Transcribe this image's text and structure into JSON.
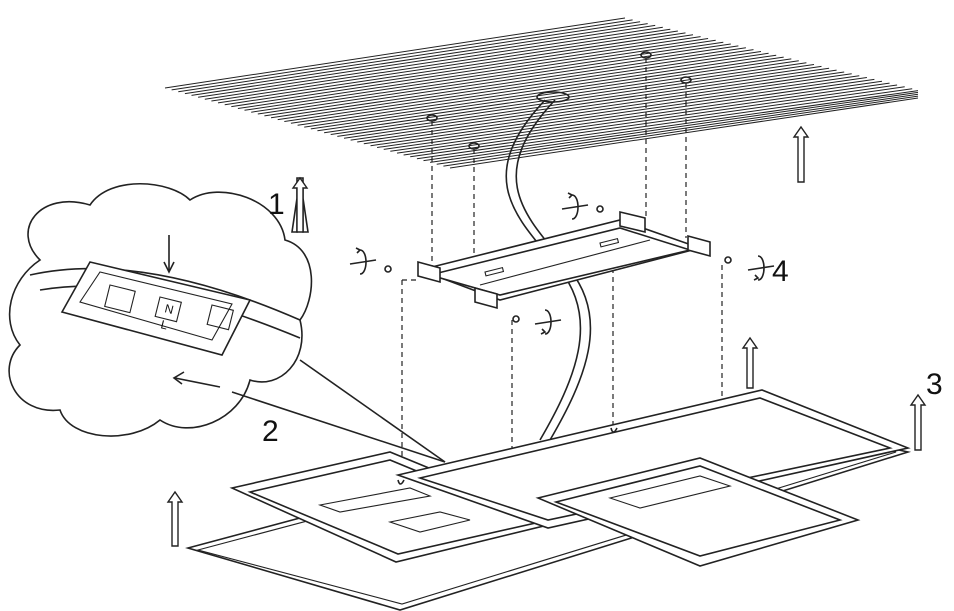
{
  "step_labels": {
    "step1": "1",
    "step2": "2",
    "step3": "3",
    "step4": "4"
  },
  "detail_callout": {
    "terminal_marks": [
      "N",
      "L"
    ]
  },
  "icons": [
    "up-arrow-icon",
    "down-arrow-icon",
    "left-arrow-icon",
    "screwdriver-rotate-icon",
    "screw-icon"
  ],
  "colors": {
    "line": "#222222",
    "background": "#ffffff"
  }
}
